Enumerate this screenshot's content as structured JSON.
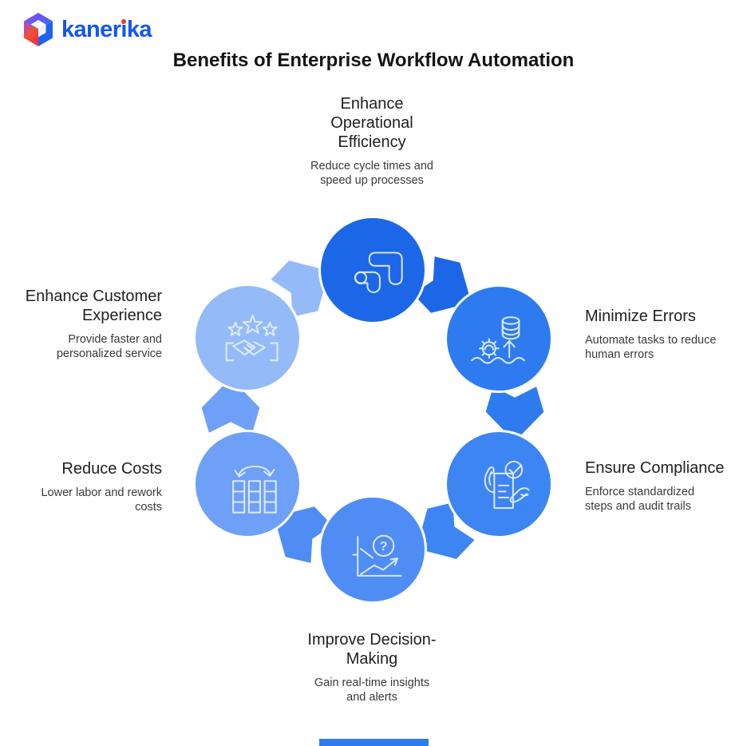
{
  "logo": {
    "brand_part1": "kaner",
    "brand_i": "ı",
    "brand_part2": "ka"
  },
  "title": "Benefits of Enterprise Workflow Automation",
  "palette": {
    "logo_blue": "#1156f1",
    "logo_dot_red": "#f23d2e",
    "title_color": "#141414",
    "footer_bar": "#2e7bf0",
    "node_colors": [
      "#1c67e8",
      "#2e7bf0",
      "#3d85f2",
      "#4f8df5",
      "#6fa0f7",
      "#94bbf8"
    ]
  },
  "steps": {
    "efficiency": {
      "title": "Enhance\nOperational\nEfficiency",
      "desc": "Reduce cycle times and\nspeed up processes",
      "icon": "workflow-arrows-icon",
      "color": "#1c67e8"
    },
    "errors": {
      "title": "Minimize Errors",
      "desc": "Automate tasks to reduce\nhuman errors",
      "icon": "database-gear-icon",
      "color": "#2e7bf0"
    },
    "compliance": {
      "title": "Ensure Compliance",
      "desc": "Enforce standardized\nsteps and audit trails",
      "icon": "document-check-hands-icon",
      "color": "#3d85f2"
    },
    "decision": {
      "title": "Improve Decision-\nMaking",
      "desc": "Gain real-time insights\nand alerts",
      "icon": "chart-question-icon",
      "color": "#4f8df5"
    },
    "costs": {
      "title": "Reduce Costs",
      "desc": "Lower labor and rework\ncosts",
      "icon": "table-columns-arrow-icon",
      "color": "#6fa0f7"
    },
    "customer": {
      "title": "Enhance Customer\nExperience",
      "desc": "Provide faster and\npersonalized service",
      "icon": "stars-handshake-icon",
      "color": "#94bbf8"
    }
  },
  "flow": {
    "direction": "clockwise",
    "arrows": [
      {
        "from": "efficiency",
        "to": "errors"
      },
      {
        "from": "errors",
        "to": "compliance"
      },
      {
        "from": "compliance",
        "to": "decision"
      },
      {
        "from": "decision",
        "to": "costs"
      },
      {
        "from": "costs",
        "to": "customer"
      },
      {
        "from": "customer",
        "to": "efficiency"
      }
    ]
  }
}
